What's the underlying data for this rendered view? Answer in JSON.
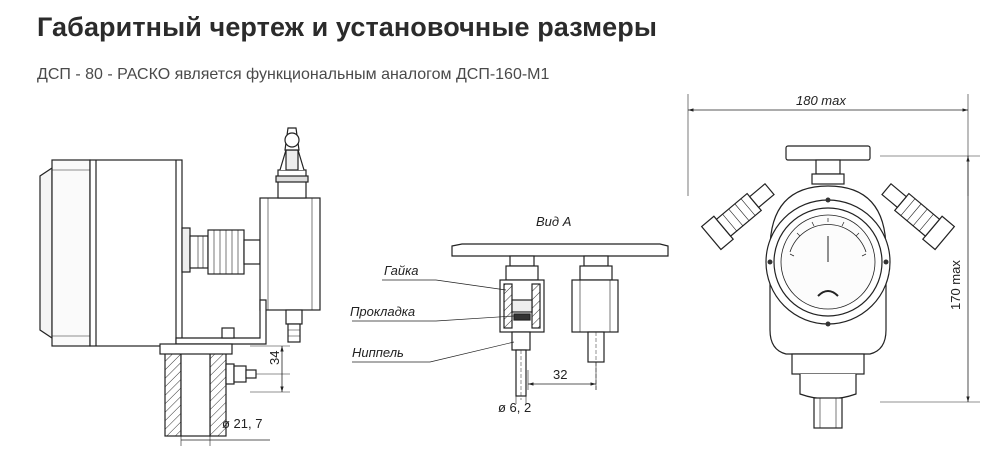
{
  "heading": {
    "title": "Габаритный чертеж и установочные размеры",
    "subtitle": "ДСП - 80 - РАСКО является функциональным аналогом ДСП-160-М1"
  },
  "drawing": {
    "view_label": "Вид А",
    "callouts": {
      "nut": "Гайка",
      "gasket": "Прокладка",
      "nipple": "Ниппель"
    },
    "dimensions": {
      "side_height": "34",
      "pipe_diameter": "ø 21, 7",
      "nipple_diameter": "ø 6, 2",
      "port_spacing": "32",
      "overall_width": "180 max",
      "overall_height": "170 max"
    }
  }
}
